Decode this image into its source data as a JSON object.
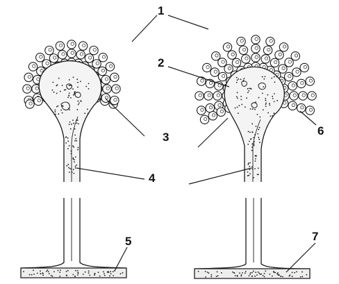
{
  "labels": {
    "l1": "1",
    "l2": "2",
    "l3": "3",
    "l4": "4",
    "l5": "5",
    "l6": "6",
    "l7": "7"
  },
  "colors": {
    "ink": "#1a1a1a",
    "fill": "#f4f4f4",
    "background": "#ffffff"
  }
}
